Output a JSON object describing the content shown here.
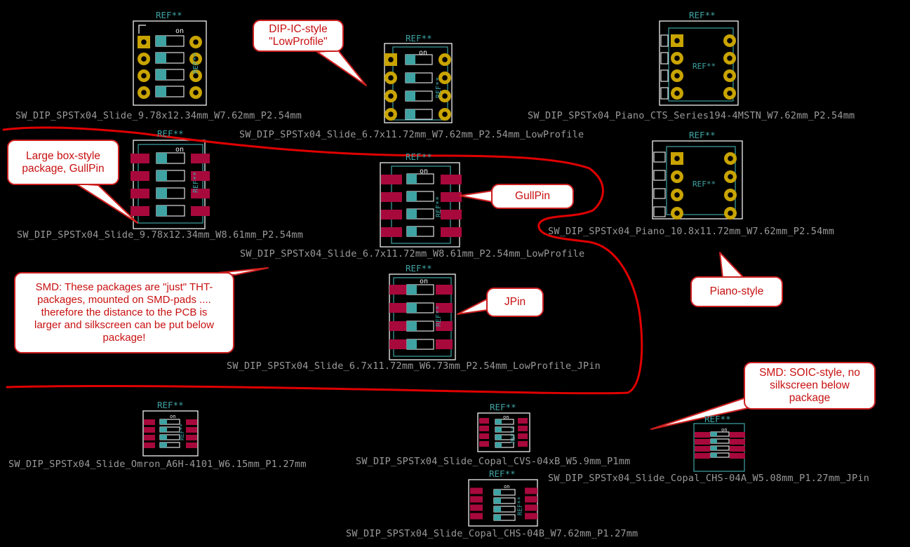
{
  "footprints": [
    {
      "name": "SW_DIP_SPSTx04_Slide_9.78x12.34mm_W7.62mm_P2.54mm",
      "ref": "REF**"
    },
    {
      "name": "SW_DIP_SPSTx04_Slide_6.7x11.72mm_W7.62mm_P2.54mm_LowProfile",
      "ref": "REF**"
    },
    {
      "name": "SW_DIP_SPSTx04_Piano_CTS_Series194-4MSTN_W7.62mm_P2.54mm",
      "ref": "REF**"
    },
    {
      "name": "SW_DIP_SPSTx04_Slide_9.78x12.34mm_W8.61mm_P2.54mm",
      "ref": "REF**"
    },
    {
      "name": "SW_DIP_SPSTx04_Slide_6.7x11.72mm_W8.61mm_P2.54mm_LowProfile",
      "ref": "REF**"
    },
    {
      "name": "SW_DIP_SPSTx04_Piano_10.8x11.72mm_W7.62mm_P2.54mm",
      "ref": "REF**"
    },
    {
      "name": "SW_DIP_SPSTx04_Slide_6.7x11.72mm_W6.73mm_P2.54mm_LowProfile_JPin",
      "ref": "REF**"
    },
    {
      "name": "SW_DIP_SPSTx04_Slide_Omron_A6H-4101_W6.15mm_P1.27mm",
      "ref": "REF**"
    },
    {
      "name": "SW_DIP_SPSTx04_Slide_Copal_CVS-04xB_W5.9mm_P1mm",
      "ref": "REF**"
    },
    {
      "name": "SW_DIP_SPSTx04_Slide_Copal_CHS-04A_W5.08mm_P1.27mm_JPin",
      "ref": "REF**"
    },
    {
      "name": "SW_DIP_SPSTx04_Slide_Copal_CHS-04B_W7.62mm_P1.27mm",
      "ref": "REF**"
    }
  ],
  "callouts": {
    "lowprofile": [
      "DIP-IC-style",
      "\"LowProfile\""
    ],
    "largebox": [
      "Large box-style",
      "package, GullPin"
    ],
    "gullpin": [
      "GullPin"
    ],
    "jpin": [
      "JPin"
    ],
    "piano": [
      "Piano-style"
    ],
    "smd_tht": [
      "SMD: These packages are \"just\" THT-",
      "packages, mounted on SMD-pads ....",
      "therefore the distance to the PCB is",
      "larger and silkscreen can be put below",
      "package!"
    ],
    "soic": [
      "SMD: SOIC-style, no",
      "silkscreen below",
      "package"
    ]
  },
  "silk_labels": {
    "on": "on",
    "fab_ref": "REF**"
  },
  "colors": {
    "background": "#000000",
    "silk": "#f2f2f2",
    "fab": "#3fa3a3",
    "tht_pad": "#c9a400",
    "smd_pad": "#a8093c",
    "callout_border": "#cc1f1f",
    "callout_text": "#c81010",
    "boundary": "#e00000"
  }
}
